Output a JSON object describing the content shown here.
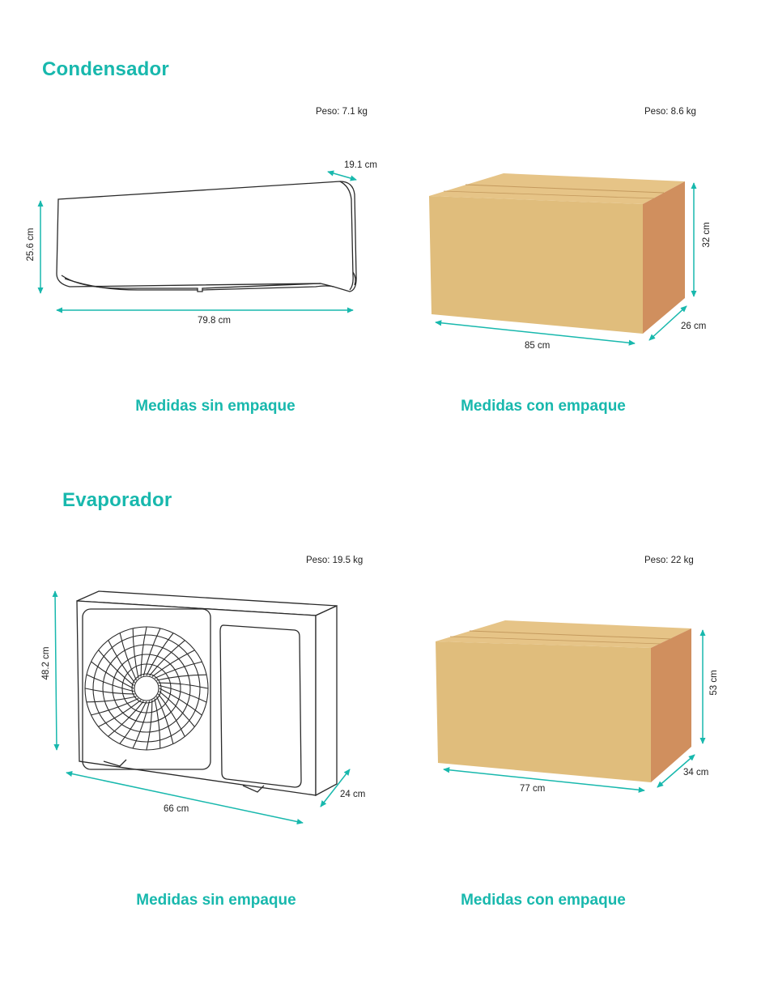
{
  "condensador": {
    "title": "Condensador",
    "sin_empaque": {
      "caption": "Medidas sin empaque",
      "peso": "Peso: 7.1 kg",
      "alto": "25.6  cm",
      "ancho": "79.8 cm",
      "fondo": "19.1 cm"
    },
    "con_empaque": {
      "caption": "Medidas con empaque",
      "peso": "Peso: 8.6 kg",
      "alto": "32 cm",
      "ancho": "85 cm",
      "fondo": "26 cm"
    }
  },
  "evaporador": {
    "title": "Evaporador",
    "sin_empaque": {
      "caption": "Medidas sin empaque",
      "peso": "Peso: 19.5 kg",
      "alto": "48.2 cm",
      "ancho": "66 cm",
      "fondo": "24 cm"
    },
    "con_empaque": {
      "caption": "Medidas con empaque",
      "peso": "Peso: 22 kg",
      "alto": "53  cm",
      "ancho": "77 cm",
      "fondo": "34 cm"
    }
  },
  "colors": {
    "accent": "#18b8ad",
    "box_front": "#e0bd7c",
    "box_top": "#e6c487",
    "box_side": "#d08f5e",
    "outline": "#2a2a2a"
  }
}
